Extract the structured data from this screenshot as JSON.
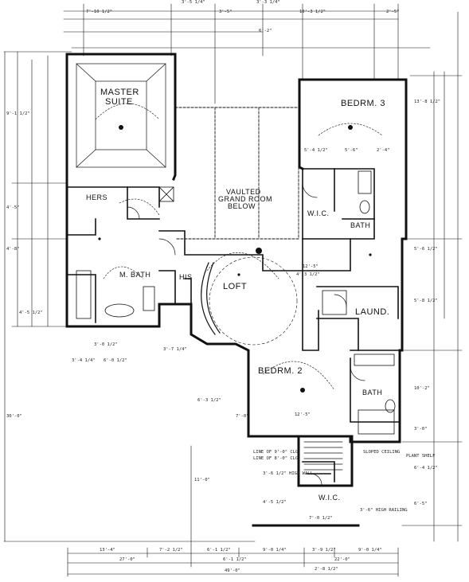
{
  "rooms": {
    "master_suite": [
      "MASTER",
      "SUITE"
    ],
    "bedroom3": "BEDRM. 3",
    "vaulted": [
      "VAULTED",
      "GRAND ROOM",
      "BELOW"
    ],
    "hers": "HERS",
    "mbath": "M. BATH",
    "his": "HIS",
    "loft": "LOFT",
    "wic_top": "W.I.C.",
    "bath_top": "BATH",
    "laund": "LAUND.",
    "bedroom2": "BEDRM. 2",
    "bath_right": "BATH",
    "wic_bottom": "W.I.C."
  },
  "dimensions": {
    "top": [
      "7'-10 1/2\"",
      "3'-5 1/4\"",
      "3'-5\"",
      "3'-3 1/4\"",
      "10'-3 1/2\"",
      "6'-2\"",
      "2'-5\""
    ],
    "bottom_row1": [
      "13'-4\"",
      "7'-2 1/2\"",
      "6'-1 1/2\"",
      "9'-0 1/4\"",
      "3'-9 1/2\"",
      "9'-0 1/4\""
    ],
    "bottom_row2": [
      "27'-0\"",
      "6'-1 1/2\"",
      "22'-0\""
    ],
    "bottom_total": "49'-0\"",
    "bottom_center": "2'-8 1/2\"",
    "left": [
      "9'-1 1/2\"",
      "4'-5\"",
      "4'-8\"",
      "30'-0\"",
      "4'-5 1/2\""
    ],
    "right": [
      "13'-8 1/2\"",
      "5'-6 1/2\"",
      "5'-8 1/2\"",
      "10'-2\"",
      "6'-4 1/2\"",
      "3'-0\"",
      "6'-5\""
    ],
    "interior": [
      "3'-0 1/2\"",
      "3'-4 1/4\"",
      "3'-7 1/4\"",
      "6'-0 1/2\"",
      "12'-5\"",
      "6'-3 1/2\"",
      "11'-0\"",
      "7'-0\"",
      "4'-3 1/2\"",
      "12'-5\"",
      "2'-4\"",
      "5'-4 1/2\"",
      "5'-6\"",
      "7'-0 1/2\"",
      "4'-5 1/2\""
    ]
  },
  "notes": [
    "LINE OF 9'-0\" CLG.",
    "LINE OF 8'-0\" CLG.",
    "3'-6 1/2\" HIGH WALL",
    "SLOPED CEILING",
    "PLANT SHELF",
    "3'-6\" HIGH RAILING"
  ]
}
